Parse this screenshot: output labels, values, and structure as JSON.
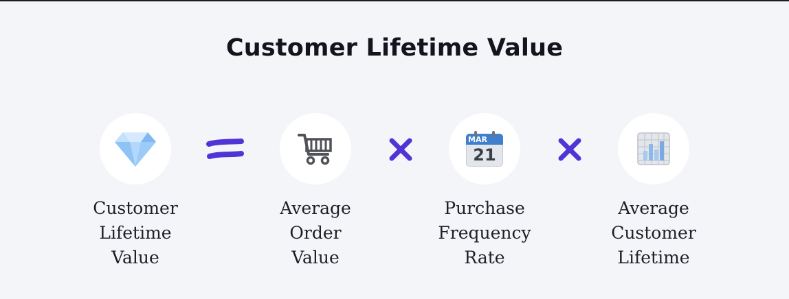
{
  "title": "Customer Lifetime Value",
  "colors": {
    "operator": "#5134d6",
    "background": "#f4f5f8",
    "circle": "#ffffff"
  },
  "terms": [
    {
      "icon": "diamond-icon",
      "label_lines": [
        "Customer",
        "Lifetime",
        "Value"
      ]
    },
    {
      "icon": "shopping-cart-icon",
      "label_lines": [
        "Average",
        "Order",
        "Value"
      ]
    },
    {
      "icon": "calendar-icon",
      "calendar_month": "MAR",
      "calendar_day": "21",
      "label_lines": [
        "Purchase",
        "Frequency",
        "Rate"
      ]
    },
    {
      "icon": "bar-chart-icon",
      "label_lines": [
        "Average",
        "Customer",
        "Lifetime"
      ]
    }
  ],
  "operators": [
    "equals-icon",
    "multiply-icon",
    "multiply-icon"
  ]
}
